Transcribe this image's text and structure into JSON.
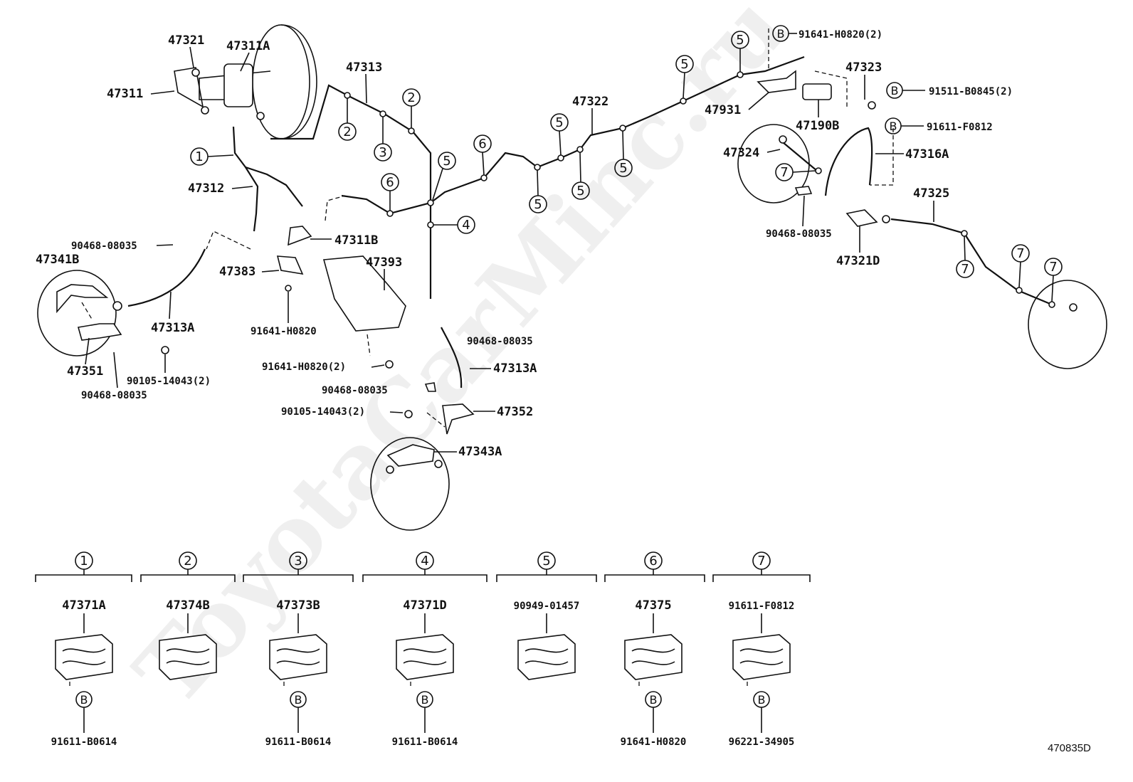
{
  "watermark": "ToyotaCarMinc.ru",
  "diagram_code": "470835D",
  "labels": {
    "p47321": "47321",
    "p47311A": "47311A",
    "p47311": "47311",
    "p47313": "47313",
    "p47312": "47312",
    "p90468_a": "90468-08035",
    "p47341B": "47341B",
    "p47313A_l": "47313A",
    "p47351": "47351",
    "p90105_l": "90105-14043(2)",
    "p90468_b": "90468-08035",
    "p47311B": "47311B",
    "p47383": "47383",
    "p47393": "47393",
    "p91641_a": "91641-H0820",
    "p91641_b": "91641-H0820(2)",
    "p90468_c": "90468-08035",
    "p90105_c": "90105-14043(2)",
    "p90468_d": "90468-08035",
    "p47313A_c": "47313A",
    "p47352": "47352",
    "p47343A": "47343A",
    "p47322": "47322",
    "p91641_c": "91641-H0820(2)",
    "p47323": "47323",
    "p91511": "91511-B0845(2)",
    "p47931": "47931",
    "p47190B": "47190B",
    "p91611_f": "91611-F0812",
    "p47324": "47324",
    "p47316A": "47316A",
    "p47325": "47325",
    "p90468_e": "90468-08035",
    "p47321D": "47321D"
  },
  "callouts": {
    "c1": "1",
    "c2": "2",
    "c3": "3",
    "c4": "4",
    "c5": "5",
    "c6": "6",
    "c7": "7"
  },
  "b_mark": "B",
  "legend": [
    {
      "num": "1",
      "part": "47371A",
      "bolt": "91611-B0614"
    },
    {
      "num": "2",
      "part": "47374B",
      "bolt": ""
    },
    {
      "num": "3",
      "part": "47373B",
      "bolt": "91611-B0614"
    },
    {
      "num": "4",
      "part": "47371D",
      "bolt": "91611-B0614"
    },
    {
      "num": "5",
      "part": "90949-01457",
      "bolt": ""
    },
    {
      "num": "6",
      "part": "47375",
      "bolt": "91641-H0820"
    },
    {
      "num": "7",
      "part": "91611-F0812",
      "bolt": "96221-34905"
    }
  ]
}
